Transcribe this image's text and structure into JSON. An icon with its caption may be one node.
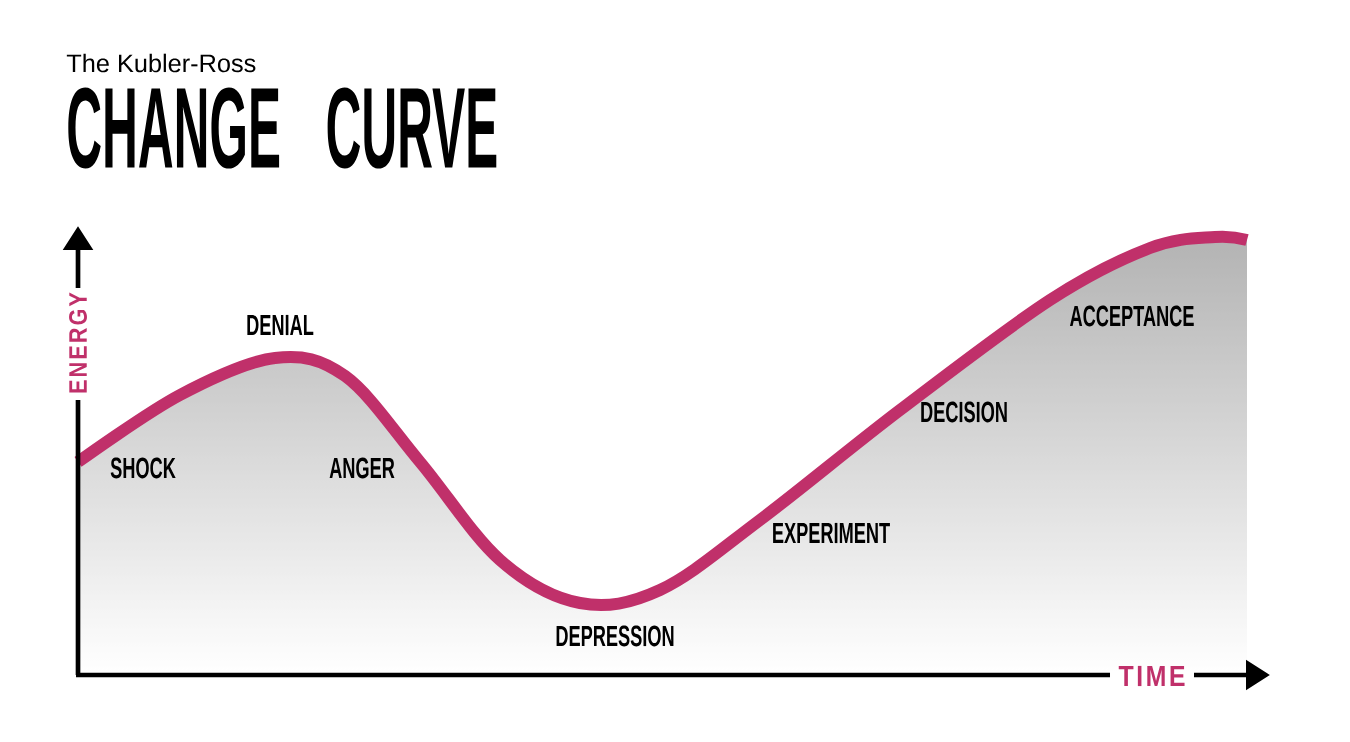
{
  "diagram": {
    "title": "CHANGE CURVE",
    "labels": [
      "The Kubler-Ross",
      "ENERGY",
      "DENIAL",
      "SHOCK",
      "ANGER",
      "DECISION",
      "ACCEPTANCE",
      "EXPERIMENT",
      "DEPRESSION",
      "TIME"
    ]
  }
}
